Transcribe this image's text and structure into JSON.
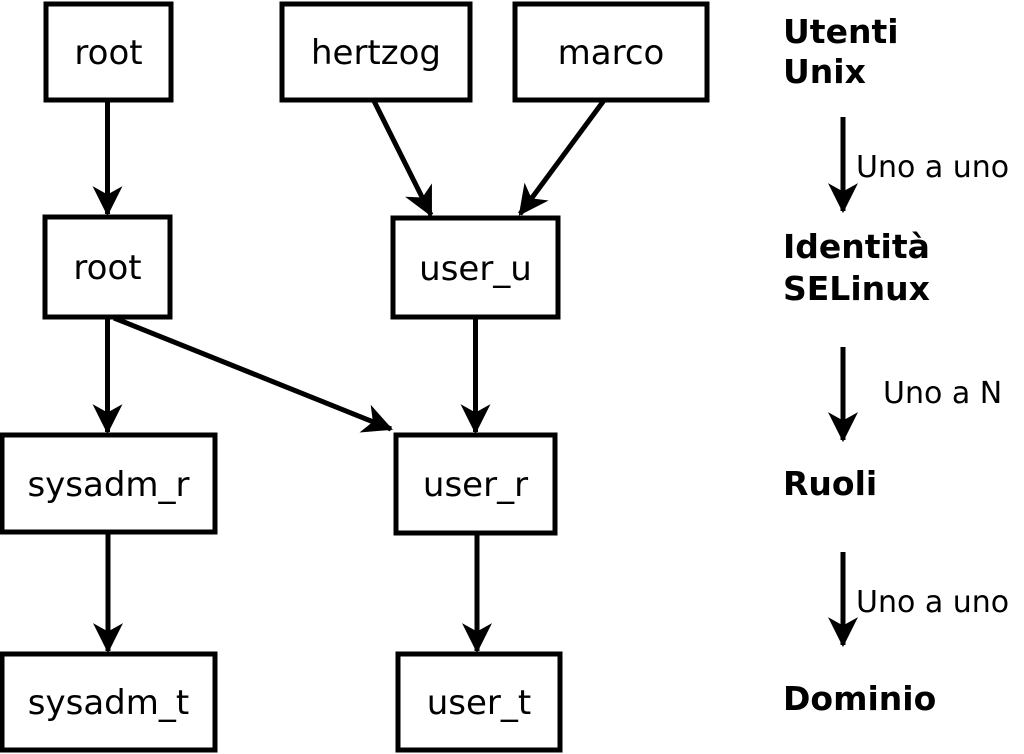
{
  "nodes": {
    "unix_root": "root",
    "unix_hertzog": "hertzog",
    "unix_marco": "marco",
    "selinux_root": "root",
    "selinux_user_u": "user_u",
    "role_sysadm_r": "sysadm_r",
    "role_user_r": "user_r",
    "domain_sysadm_t": "sysadm_t",
    "domain_user_t": "user_t"
  },
  "legend": {
    "utenti_unix": {
      "line1": "Utenti",
      "line2": "Unix"
    },
    "identita_selinux": {
      "line1": "Identità",
      "line2": "SELinux"
    },
    "ruoli": "Ruoli",
    "dominio": "Dominio",
    "rel_unix_to_identita": "Uno a uno",
    "rel_identita_to_ruoli": "Uno a N",
    "rel_ruoli_to_dominio": "Uno a uno"
  },
  "colors": {
    "line": "#000000",
    "background": "#ffffff"
  }
}
